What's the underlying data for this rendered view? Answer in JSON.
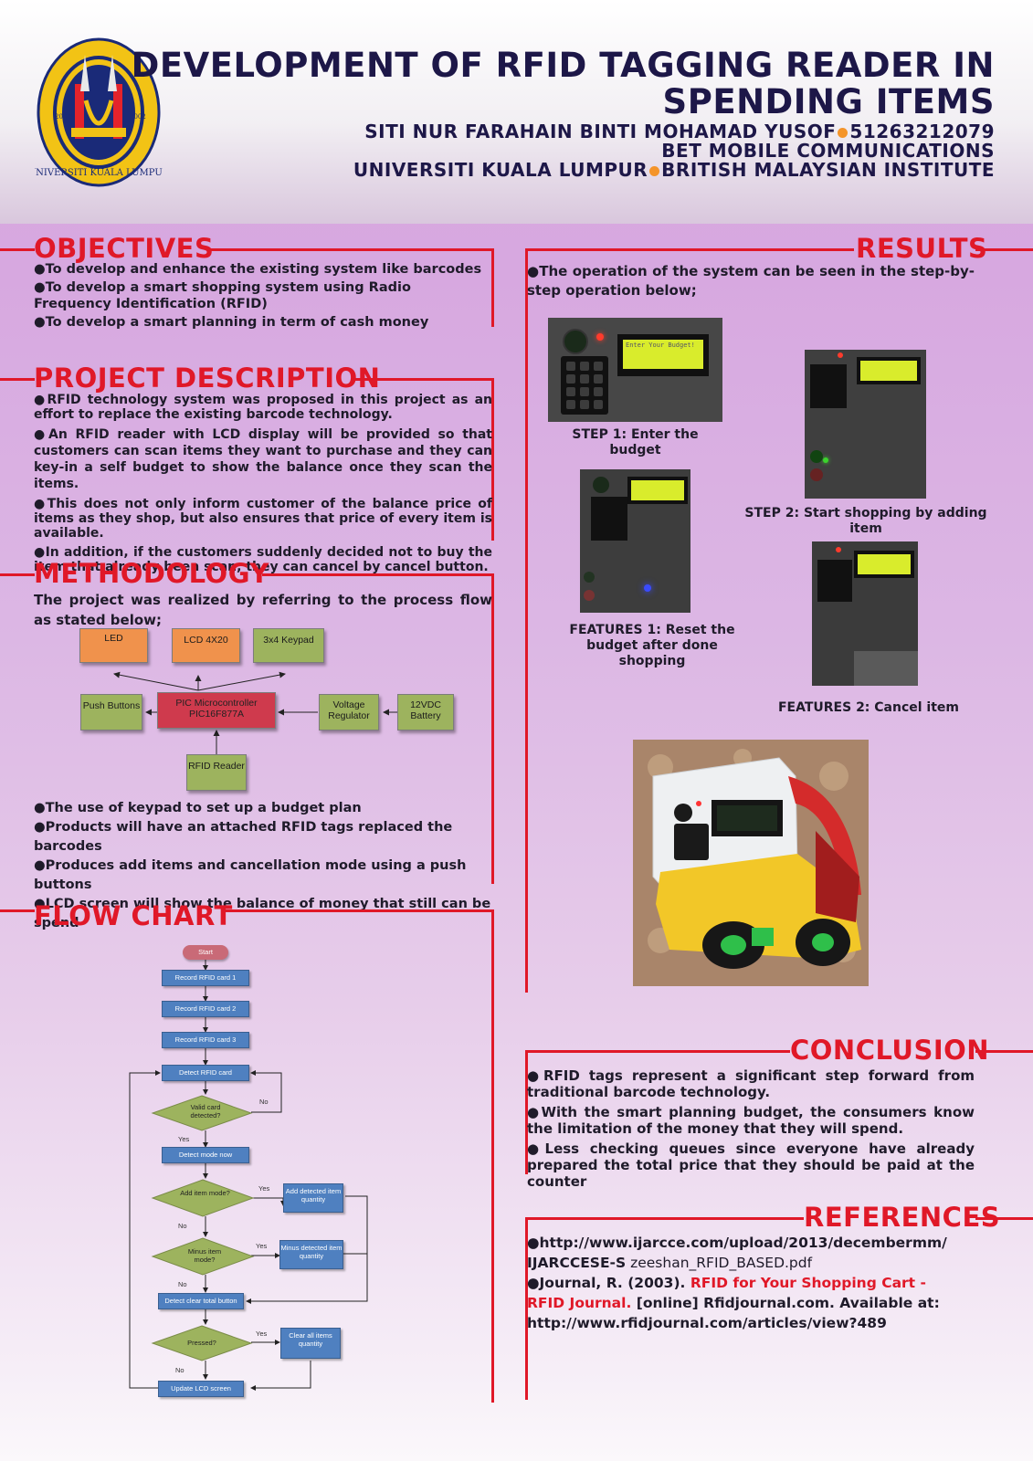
{
  "header": {
    "title_line1": "DEVELOPMENT OF RFID TAGGING READER IN",
    "title_line2": "SPENDING ITEMS",
    "author": "SITI NUR FARAHAIN BINTI MOHAMAD YUSOF",
    "student_id": "51263212079",
    "program": "BET MOBILE COMMUNICATIONS",
    "university": "UNIVERSITI KUALA LUMPUR",
    "institute": "BRITISH MALAYSIAN INSTITUTE",
    "logo": {
      "ring_text": "UNIVERSITI KUALA LUMPUR",
      "year_left": "20.08",
      "year_right": "2002"
    }
  },
  "objectives": {
    "heading": "OBJECTIVES",
    "items": [
      "●To develop and enhance the existing system like barcodes",
      "●To develop a smart shopping system using Radio Frequency Identification (RFID)",
      "●To develop a smart planning in term of cash money"
    ]
  },
  "project_description": {
    "heading": "PROJECT DESCRIPTION",
    "items": [
      "●RFID technology system was proposed in this project as an effort to replace the existing barcode technology.",
      "●An RFID reader with LCD display will be provided so that customers can scan items they want to purchase and they can key-in a self budget to show the balance once they scan the items.",
      "●This does not only inform customer of the balance price of items as they shop, but also ensures that price of every item is available.",
      "●In addition, if the customers suddenly decided not to buy the item that already been scan, they can cancel by cancel button."
    ]
  },
  "methodology": {
    "heading": "METHODOLOGY",
    "intro": "The project was realized by referring to the process flow as stated below;",
    "diagram": {
      "led": "LED",
      "lcd": "LCD 4X20",
      "keypad": "3x4 Keypad",
      "push_buttons": "Push Buttons",
      "mcu": "PIC Microcontroller PIC16F877A",
      "regulator": "Voltage Regulator",
      "battery": "12VDC Battery",
      "rfid": "RFID Reader"
    },
    "items": [
      "●The use of keypad to set up a budget plan",
      "●Products will have an attached RFID tags replaced the barcodes",
      "●Produces add items and cancellation mode using a push buttons",
      "●LCD screen will show the balance of money that still can be spend"
    ]
  },
  "flow_chart": {
    "heading": "FLOW CHART",
    "start": "Start",
    "rec1": "Record RFID card 1",
    "rec2": "Record RFID card 2",
    "rec3": "Record RFID card 3",
    "detect": "Detect RFID card",
    "valid": "Valid card detected?",
    "mode": "Detect mode now",
    "add_mode": "Add item mode?",
    "add_qty": "Add detected item quantity",
    "minus_mode": "Minus item mode?",
    "minus_qty": "Minus detected item quantity",
    "clear_btn": "Detect clear total button",
    "pressed": "Pressed?",
    "clear_all": "Clear all items quantity",
    "update": "Update LCD screen",
    "yes": "Yes",
    "no": "No"
  },
  "results": {
    "heading": "RESULTS",
    "intro": "●The operation of the system can be seen in the step-by-step operation below;",
    "step1_label": "STEP 1:",
    "step1_text": "Enter the budget",
    "step1_lcd": "Enter Your Budget!",
    "step2_label": "STEP 2:",
    "step2_text": "Start shopping by adding item",
    "feat1_label": "FEATURES 1:",
    "feat1_text": "Reset the budget after done shopping",
    "feat2_label": "FEATURES 2:",
    "feat2_text": "Cancel item"
  },
  "conclusion": {
    "heading": "CONCLUSION",
    "items": [
      "●RFID tags represent a significant step forward from traditional barcode technology.",
      "●With the smart planning budget, the consumers know the limitation of the money that they will spend.",
      "●Less checking queues since everyone have already prepared the total price that they should be paid at the counter"
    ]
  },
  "references": {
    "heading": "REFERENCES",
    "ref1_a": "●http://www.ijarcce.com/upload/2013/decembermm/",
    "ref1_b": "IJARCCESE-S",
    "ref1_c": " zeeshan_RFID_BASED.pdf",
    "ref2_a": "●Journal, R. (2003). ",
    "ref2_b": "RFID for Your Shopping Cart - RFID Journal.",
    "ref2_c": " [online] Rfidjournal.com. Available at: http://www.rfidjournal.com/articles/view?489"
  },
  "colors": {
    "accent": "#e01828",
    "title": "#1d1748",
    "bullet_dot": "#f4942a"
  }
}
